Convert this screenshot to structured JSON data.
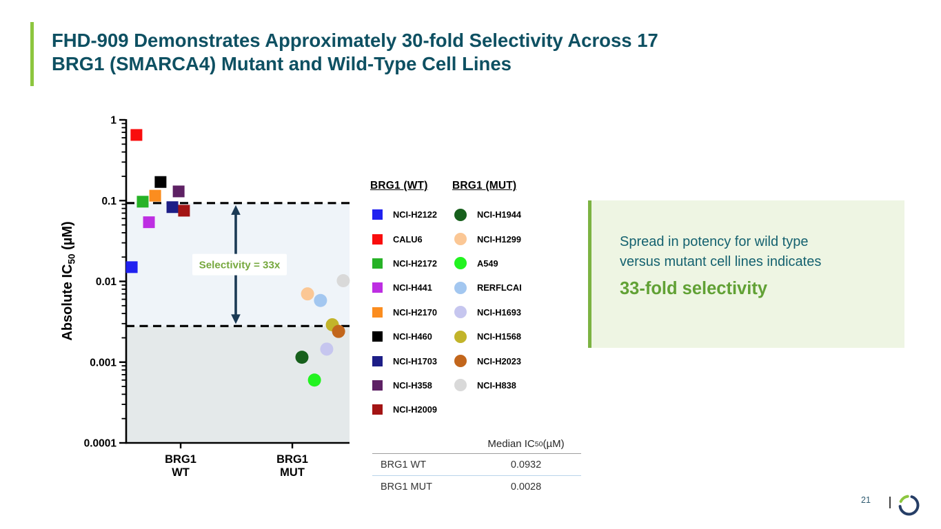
{
  "title": {
    "line1": "FHD-909 Demonstrates Approximately 30-fold Selectivity Across 17",
    "line2": "BRG1 (SMARCA4) Mutant and Wild-Type Cell Lines"
  },
  "chart_data": {
    "type": "scatter",
    "y_scale": "log",
    "ylim": [
      0.0001,
      1
    ],
    "y_ticks": [
      "1",
      "0.1",
      "0.01",
      "0.001",
      "0.0001"
    ],
    "ylabel": {
      "pre": "Absolute IC",
      "sub": "50",
      "post": " (µM)"
    },
    "categories": [
      {
        "line1": "BRG1",
        "line2": "WT",
        "xf": 0.244
      },
      {
        "line1": "BRG1",
        "line2": "MUT",
        "xf": 0.744
      }
    ],
    "series": [
      {
        "name": "BRG1 (WT)",
        "marker": "square",
        "points": [
          {
            "label": "NCI-H2122",
            "color": "#2021f0",
            "value": 0.015,
            "xf": 0.025
          },
          {
            "label": "CALU6",
            "color": "#f90d0d",
            "value": 0.65,
            "xf": 0.046
          },
          {
            "label": "NCI-H2172",
            "color": "#27b227",
            "value": 0.097,
            "xf": 0.074
          },
          {
            "label": "NCI-H441",
            "color": "#bd2ee2",
            "value": 0.054,
            "xf": 0.102
          },
          {
            "label": "NCI-H2170",
            "color": "#fb8d1f",
            "value": 0.115,
            "xf": 0.13
          },
          {
            "label": "NCI-H460",
            "color": "#000000",
            "value": 0.17,
            "xf": 0.154
          },
          {
            "label": "NCI-H1703",
            "color": "#1d1e87",
            "value": 0.083,
            "xf": 0.207
          },
          {
            "label": "NCI-H358",
            "color": "#5e2164",
            "value": 0.13,
            "xf": 0.235
          },
          {
            "label": "NCI-H2009",
            "color": "#a31414",
            "value": 0.075,
            "xf": 0.259
          }
        ]
      },
      {
        "name": "BRG1 (MUT)",
        "marker": "circle",
        "points": [
          {
            "label": "NCI-H1944",
            "color": "#17601c",
            "value": 0.00115,
            "xf": 0.787
          },
          {
            "label": "NCI-H1299",
            "color": "#fbc795",
            "value": 0.007,
            "xf": 0.812
          },
          {
            "label": "A549",
            "color": "#22f320",
            "value": 0.0006,
            "xf": 0.843
          },
          {
            "label": "RERFLCAI",
            "color": "#a3c7f0",
            "value": 0.0058,
            "xf": 0.87
          },
          {
            "label": "NCI-H1693",
            "color": "#c6c6ef",
            "value": 0.00145,
            "xf": 0.898
          },
          {
            "label": "NCI-H1568",
            "color": "#c2b42a",
            "value": 0.0029,
            "xf": 0.923
          },
          {
            "label": "NCI-H2023",
            "color": "#c2661c",
            "value": 0.0024,
            "xf": 0.951
          },
          {
            "label": "NCI-H838",
            "color": "#d9d9d9",
            "value": 0.0102,
            "xf": 0.972
          }
        ]
      }
    ],
    "dashed_lines": [
      0.0932,
      0.0028
    ],
    "annotation": "Selectivity = 33x",
    "medians": {
      "wt": 0.0932,
      "mut": 0.0028
    }
  },
  "legend": {
    "wt_header": "BRG1 (WT)",
    "mut_header": "BRG1 (MUT)"
  },
  "table": {
    "header": {
      "pre": "Median IC",
      "sub": "50",
      "post": " (µM)"
    },
    "rows": [
      {
        "label": "BRG1 WT",
        "value": "0.0932"
      },
      {
        "label": "BRG1 MUT",
        "value": "0.0028"
      }
    ]
  },
  "callout": {
    "line1": "Spread in potency for wild type",
    "line2": "versus mutant cell lines indicates",
    "highlight": "33-fold selectivity"
  },
  "footer": {
    "page": "21"
  },
  "colors": {
    "accent_green": "#8dc63f",
    "title_teal": "#0e5062",
    "arrow_navy": "#1b3a55",
    "annotation_green": "#76a83e",
    "band_upper": "#eff4f9",
    "band_lower": "#e4e9ea",
    "axis_black": "#000000",
    "callout_bg": "#eef5e3",
    "callout_bar": "#7cb342",
    "callout_text": "#14616f",
    "callout_highlight": "#61a135",
    "logo_navy": "#263e66",
    "logo_green": "#8cc63f"
  }
}
